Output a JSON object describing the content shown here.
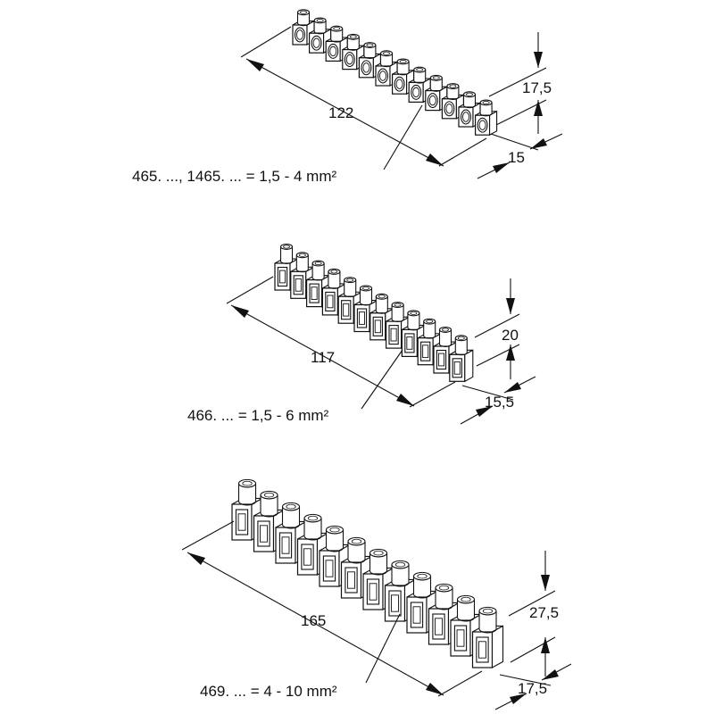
{
  "drawings": [
    {
      "id": "465",
      "length": "122",
      "height": "17,5",
      "depth": "15",
      "spec": "465. ..., 1465. ... = 1,5 - 4 mm²"
    },
    {
      "id": "466",
      "length": "117",
      "height": "20",
      "depth": "15,5",
      "spec": "466. ... = 1,5 - 6 mm²"
    },
    {
      "id": "469",
      "length": "165",
      "height": "27,5",
      "depth": "17,5",
      "spec": "469. ... = 4 - 10 mm²"
    }
  ]
}
